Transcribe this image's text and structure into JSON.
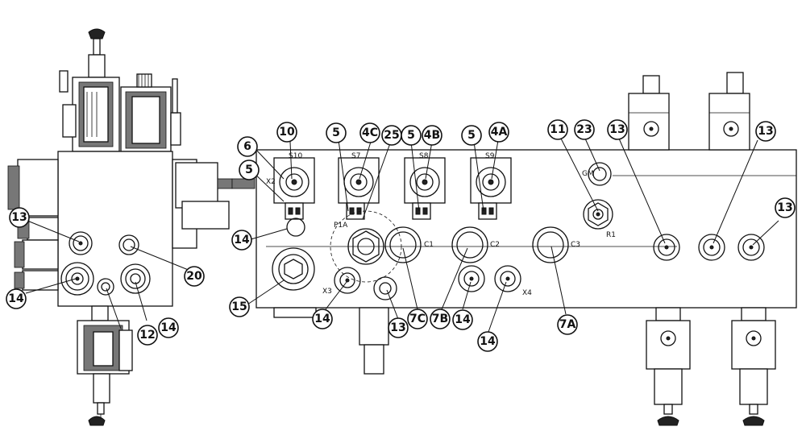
{
  "callouts": [
    "6",
    "10",
    "5",
    "4C",
    "25",
    "4B",
    "4A",
    "11",
    "23",
    "13",
    "14",
    "15",
    "20",
    "12",
    "7C",
    "7B",
    "7A"
  ],
  "ports": {
    "s10": "S10",
    "x2": "X2",
    "s7": "S7",
    "s8": "S8",
    "s9": "S9",
    "p1a": "P1A",
    "c1": "C1",
    "c2": "C2",
    "c3": "C3",
    "x3": "X3",
    "x4": "X4",
    "r1": "R1",
    "gm": "GM"
  }
}
